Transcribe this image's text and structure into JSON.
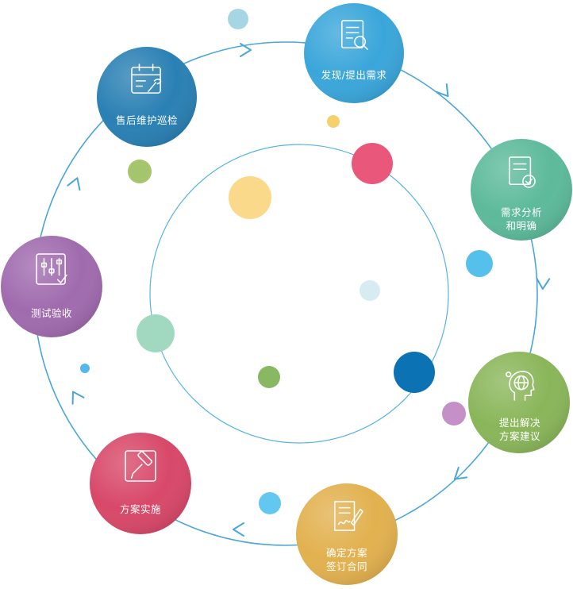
{
  "diagram": {
    "stages": [
      {
        "id": "discover",
        "label": "发现/提出需求",
        "icon": "document-search-icon",
        "color": "#3aa6da"
      },
      {
        "id": "analyze",
        "label": "需求分析\n和明确",
        "icon": "document-check-icon",
        "color": "#5dba9b"
      },
      {
        "id": "solution",
        "label": "提出解决\n方案建议",
        "icon": "head-idea-globe-icon",
        "color": "#8ab65a"
      },
      {
        "id": "contract",
        "label": "确定方案\n签订合同",
        "icon": "contract-sign-icon",
        "color": "#e2b14f"
      },
      {
        "id": "implement",
        "label": "方案实施",
        "icon": "paint-roller-icon",
        "color": "#d84869"
      },
      {
        "id": "test",
        "label": "测试验收",
        "icon": "sliders-check-icon",
        "color": "#a06bae"
      },
      {
        "id": "maintain",
        "label": "售后维护巡检",
        "icon": "calendar-wrench-icon",
        "color": "#2a80b4"
      }
    ],
    "decor_colors": [
      "#a6d6e3",
      "#f6d06d",
      "#e9587a",
      "#a5c56d",
      "#fbd98a",
      "#56c0ec",
      "#d7ecf2",
      "#a0d9c0",
      "#88b861",
      "#0b72b4",
      "#c490c7",
      "#63c8ef",
      "#54b8e8"
    ],
    "ring_color": "#4aa6da"
  }
}
